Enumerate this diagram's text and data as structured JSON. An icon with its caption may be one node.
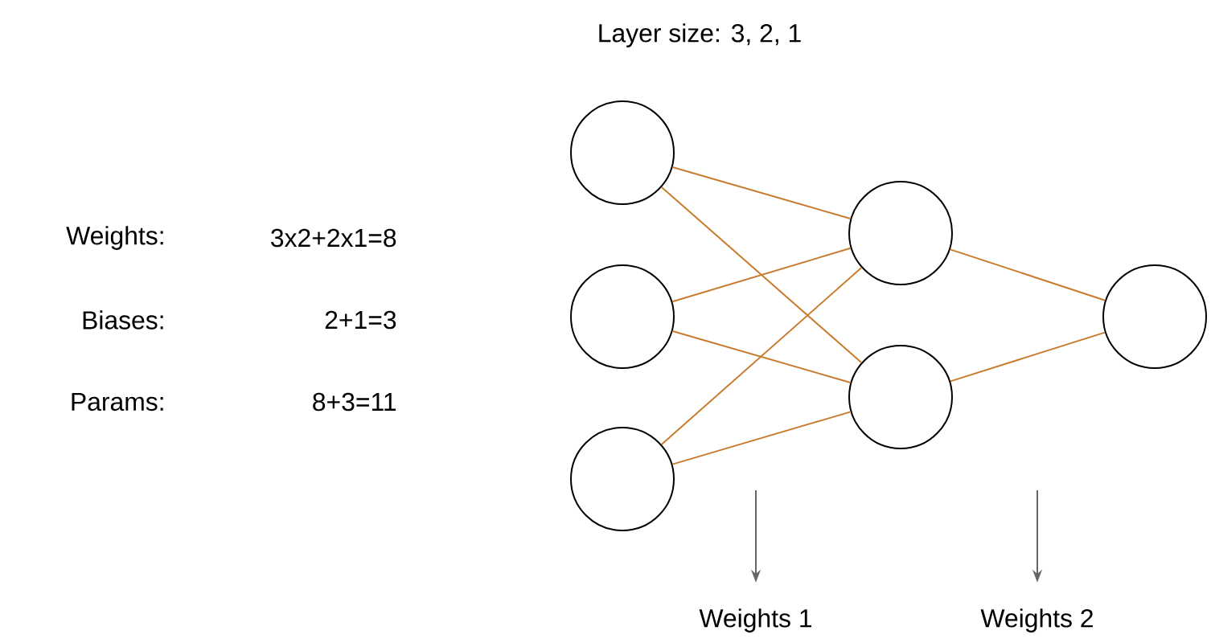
{
  "diagram": {
    "nodes": [
      {
        "text": [],
        "shape": "circle"
      },
      {
        "text": [],
        "shape": "circle"
      },
      {
        "text": [],
        "shape": "circle"
      },
      {
        "text": [],
        "shape": "circle"
      },
      {
        "text": [],
        "shape": "circle"
      },
      {
        "text": [],
        "shape": "circle"
      },
      {
        "text": [
          "Weights 1"
        ]
      },
      {
        "text": [
          "Weights 2"
        ]
      }
    ],
    "edges": [
      {
        "from": 0,
        "to": 3,
        "arrow": "none"
      },
      {
        "from": 0,
        "to": 4,
        "arrow": "none"
      },
      {
        "from": 1,
        "to": 3,
        "arrow": "none"
      },
      {
        "from": 1,
        "to": 4,
        "arrow": "none"
      },
      {
        "from": 2,
        "to": 3,
        "arrow": "none"
      },
      {
        "from": 2,
        "to": 4,
        "arrow": "none"
      },
      {
        "from": 3,
        "to": 5,
        "arrow": "none"
      },
      {
        "from": 4,
        "to": 5,
        "arrow": "none"
      },
      {
        "from": null,
        "to": 6,
        "arrow": "to",
        "color": "#666666"
      },
      {
        "from": null,
        "to": 7,
        "arrow": "to",
        "color": "#666666"
      }
    ],
    "labels": [
      "Layer size: 3, 2, 1",
      "Weights:",
      "3x2+2x1=8",
      "Biases:",
      "2+1=3",
      "Params:",
      "8+3=11"
    ]
  }
}
